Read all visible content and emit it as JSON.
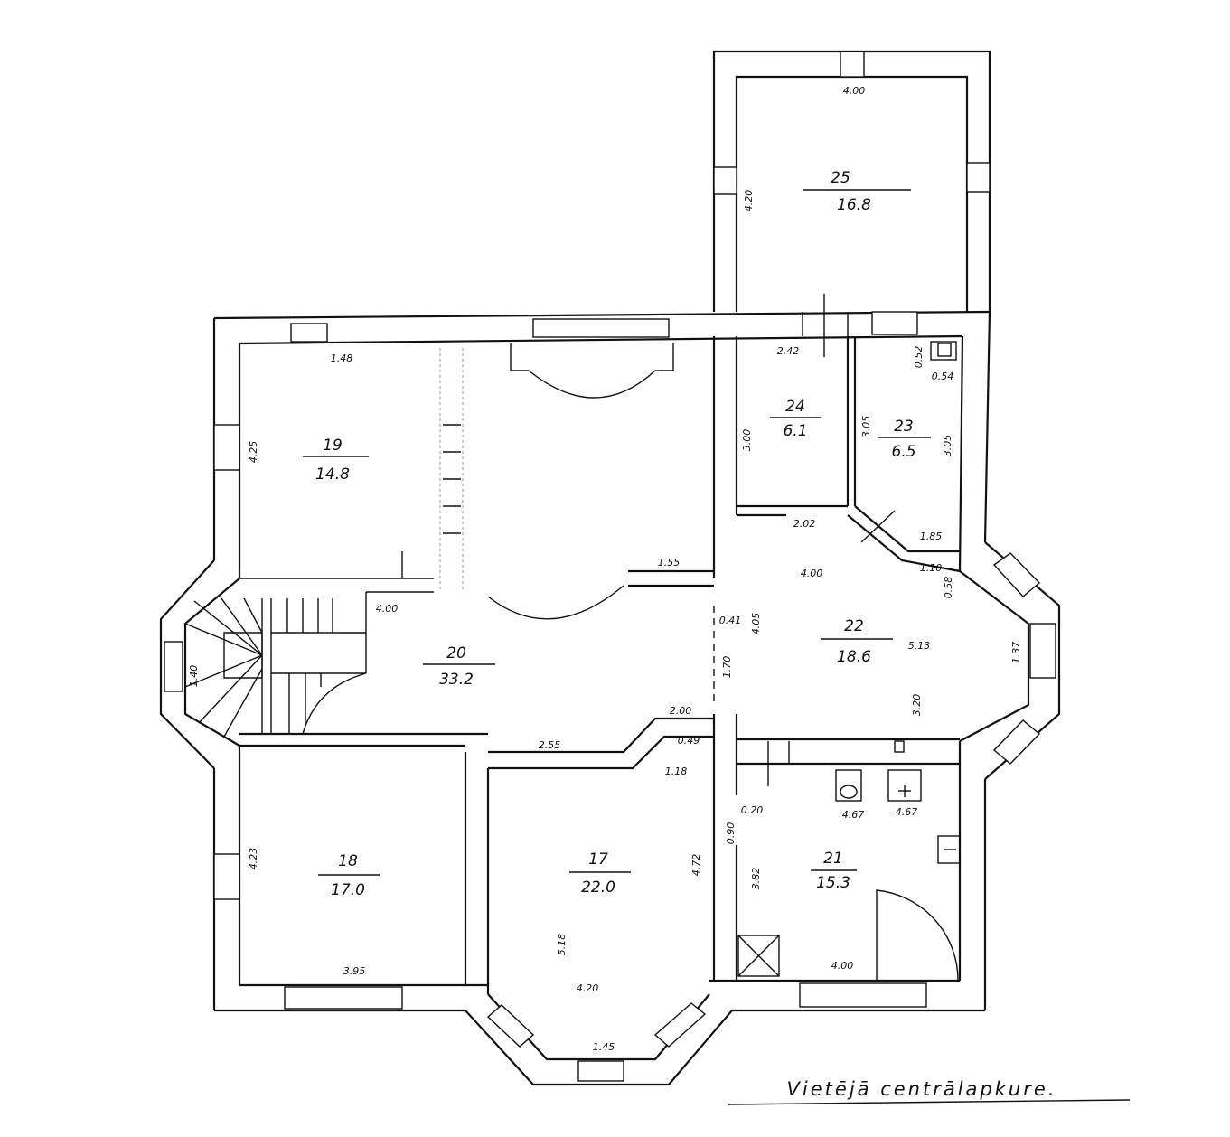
{
  "caption": "Vietējā centrālapkure.",
  "rooms": [
    {
      "id": "25",
      "number": "25",
      "area": "16.8"
    },
    {
      "id": "24",
      "number": "24",
      "area": "6.1"
    },
    {
      "id": "23",
      "number": "23",
      "area": "6.5"
    },
    {
      "id": "22",
      "number": "22",
      "area": "18.6"
    },
    {
      "id": "21",
      "number": "21",
      "area": "15.3"
    },
    {
      "id": "19",
      "number": "19",
      "area": "14.8"
    },
    {
      "id": "20",
      "number": "20",
      "area": "33.2"
    },
    {
      "id": "18",
      "number": "18",
      "area": "17.0"
    },
    {
      "id": "17",
      "number": "17",
      "area": "22.0"
    }
  ],
  "dimensions": [
    "4.00",
    "4.20",
    "2.42",
    "0.52",
    "0.54",
    "3.00",
    "3.05",
    "3.05",
    "2.02",
    "1.85",
    "1.10",
    "0.58",
    "4.00",
    "5.13",
    "1.37",
    "3.20",
    "0.41",
    "4.05",
    "1.70",
    "1.48",
    "4.25",
    "1.55",
    "4.00",
    "1.40",
    "2.00",
    "2.55",
    "0.49",
    "1.18",
    "0.20",
    "0.90",
    "4.67",
    "4.67",
    "3.82",
    "4.00",
    "4.23",
    "3.95",
    "4.72",
    "5.18",
    "4.20",
    "1.45"
  ]
}
